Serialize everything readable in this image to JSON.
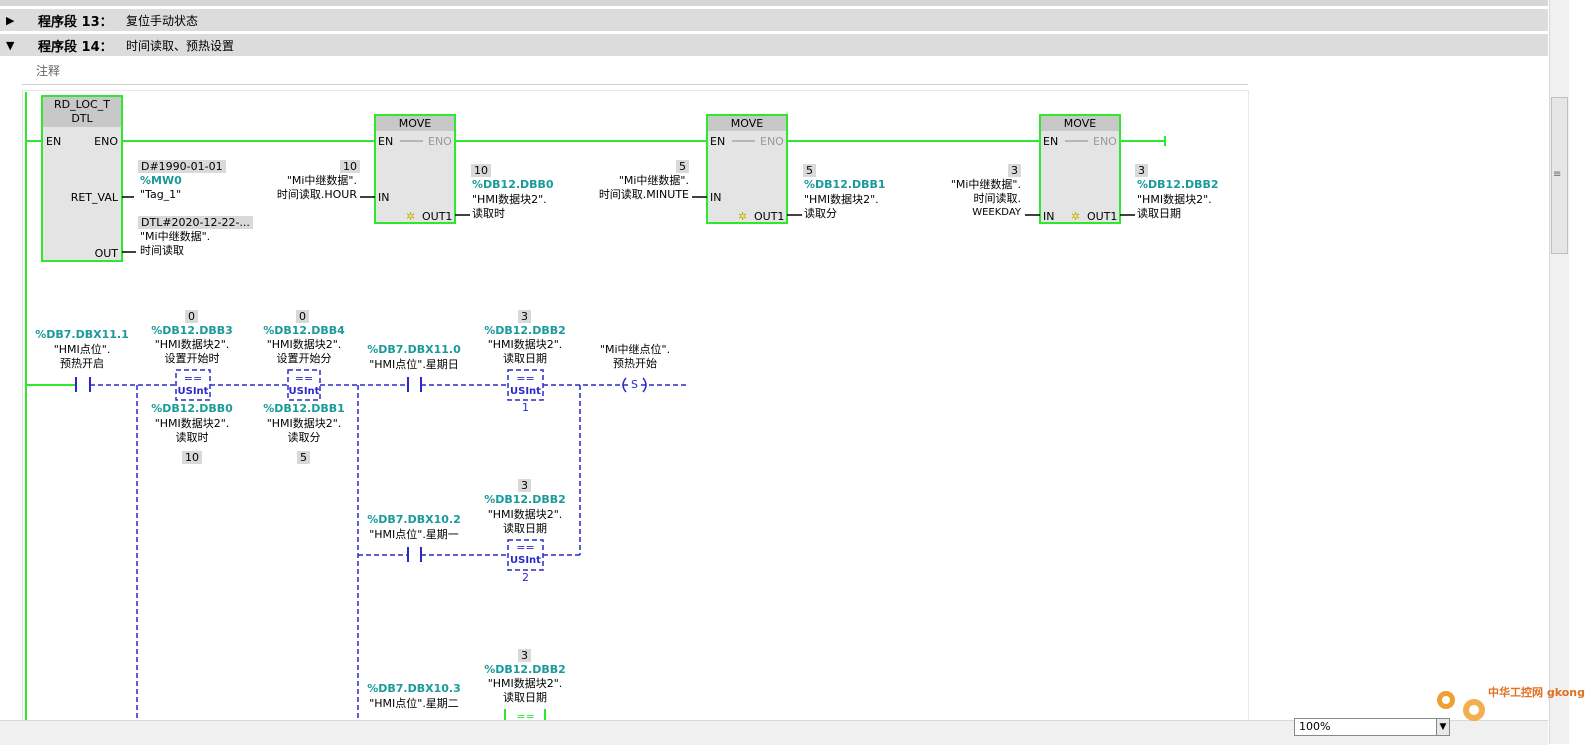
{
  "segments": [
    {
      "label": "程序段 13：",
      "title": "复位手动状态",
      "collapsed": true
    },
    {
      "label": "程序段 14：",
      "title": "时间读取、预热设置",
      "collapsed": false
    }
  ],
  "comment": "注释",
  "rd_block": {
    "name": "RD_LOC_T",
    "type": "DTL",
    "en": "EN",
    "eno": "ENO",
    "ret_val": "RET_VAL",
    "out": "OUT"
  },
  "rd_retval": {
    "value": "D#1990-01-01",
    "addr": "%MW0",
    "tag": "\"Tag_1\""
  },
  "rd_out": {
    "value": "DTL#2020-12-22-...",
    "tag1": "\"Mi中继数据\".",
    "tag2": "时间读取"
  },
  "moves": [
    {
      "title": "MOVE",
      "en": "EN",
      "eno": "ENO",
      "in": "IN",
      "out": "OUT1",
      "in_val": "10",
      "in_tag1": "\"Mi中继数据\".",
      "in_tag2": "时间读取.HOUR",
      "out_val": "10",
      "out_addr": "%DB12.DBB0",
      "out_tag1": "\"HMI数据块2\".",
      "out_tag2": "读取时"
    },
    {
      "title": "MOVE",
      "en": "EN",
      "eno": "ENO",
      "in": "IN",
      "out": "OUT1",
      "in_val": "5",
      "in_tag1": "\"Mi中继数据\".",
      "in_tag2": "时间读取.MINUTE",
      "out_val": "5",
      "out_addr": "%DB12.DBB1",
      "out_tag1": "\"HMI数据块2\".",
      "out_tag2": "读取分"
    },
    {
      "title": "MOVE",
      "en": "EN",
      "eno": "ENO",
      "in": "IN",
      "out": "OUT1",
      "in_val": "3",
      "in_tag1": "\"Mi中继数据\".",
      "in_tag2": "时间读取.",
      "in_tag3": "WEEKDAY",
      "out_val": "3",
      "out_addr": "%DB12.DBB2",
      "out_tag1": "\"HMI数据块2\".",
      "out_tag2": "读取日期"
    }
  ],
  "contacts": [
    {
      "addr": "%DB7.DBX11.1",
      "tag1": "\"HMI点位\".",
      "tag2": "预热开启"
    },
    {
      "addr": "%DB7.DBX11.0",
      "tag1": "\"HMI点位\".星期日"
    },
    {
      "addr": "%DB7.DBX10.2",
      "tag1": "\"HMI点位\".星期一"
    },
    {
      "addr": "%DB7.DBX10.3",
      "tag1": "\"HMI点位\".星期二"
    }
  ],
  "compares": [
    {
      "op": "==",
      "type": "USInt",
      "top_val": "0",
      "top_addr": "%DB12.DBB3",
      "top_tag1": "\"HMI数据块2\".",
      "top_tag2": "设置开始时",
      "bot_addr": "%DB12.DBB0",
      "bot_tag1": "\"HMI数据块2\".",
      "bot_tag2": "读取时",
      "bot_val": "10"
    },
    {
      "op": "==",
      "type": "USInt",
      "top_val": "0",
      "top_addr": "%DB12.DBB4",
      "top_tag1": "\"HMI数据块2\".",
      "top_tag2": "设置开始分",
      "bot_addr": "%DB12.DBB1",
      "bot_tag1": "\"HMI数据块2\".",
      "bot_tag2": "读取分",
      "bot_val": "5"
    },
    {
      "op": "==",
      "type": "USInt",
      "top_val": "3",
      "top_addr": "%DB12.DBB2",
      "top_tag1": "\"HMI数据块2\".",
      "top_tag2": "读取日期",
      "bot_const": "1"
    },
    {
      "op": "==",
      "type": "USInt",
      "top_val": "3",
      "top_addr": "%DB12.DBB2",
      "top_tag1": "\"HMI数据块2\".",
      "top_tag2": "读取日期",
      "bot_const": "2"
    },
    {
      "op": "==",
      "top_val": "3",
      "top_addr": "%DB12.DBB2",
      "top_tag1": "\"HMI数据块2\".",
      "top_tag2": "读取日期"
    }
  ],
  "coil": {
    "tag1": "\"Mi中继点位\".",
    "tag2": "预热开始",
    "symbol": "S"
  },
  "zoom": "100%",
  "watermark": "中华工控网 gkong.com",
  "colors": {
    "power": "#2ee82e",
    "dashed": "#1a1acc",
    "teal": "#1a9a9a",
    "header": "#dcdcdc"
  }
}
